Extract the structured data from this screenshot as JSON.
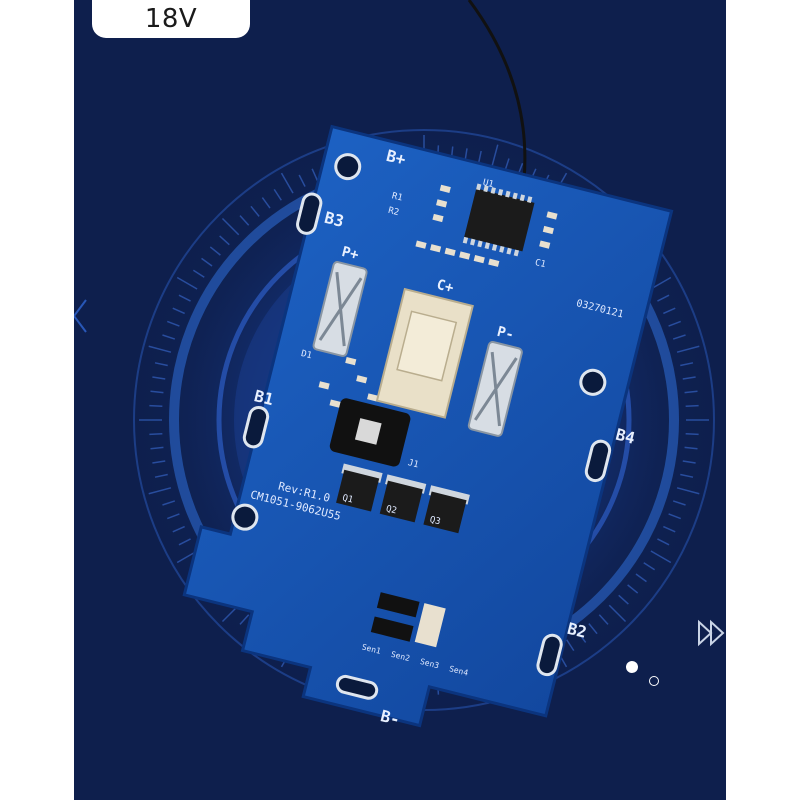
{
  "badge": {
    "text": "18V"
  },
  "board": {
    "model_text": "CM1051-9062U55",
    "revision_text": "Rev:R1.0",
    "code_text": "03270121",
    "pad_labels": [
      "B+",
      "B3",
      "B4",
      "B1",
      "B2",
      "B-",
      "P+",
      "P-",
      "C+"
    ],
    "components": [
      "U1",
      "Q1",
      "Q2",
      "Q3",
      "D1",
      "J1",
      "R1",
      "R2",
      "C1"
    ],
    "silk_small": [
      "Sen1",
      "Sen2",
      "Sen3",
      "Sen4"
    ]
  },
  "icons": {
    "nav_arrows": "double-right-arrow-outline",
    "dots": "dot-indicators",
    "arrow_left": "left-arrow-outline"
  },
  "colors": {
    "background": "#0e1f4d",
    "board": "#1753b0",
    "ring": "#2f6fd8"
  }
}
